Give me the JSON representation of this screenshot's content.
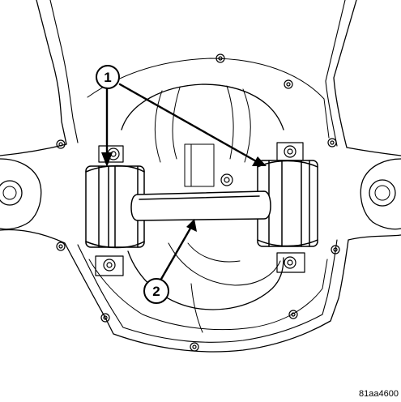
{
  "callouts": [
    {
      "label": "1"
    },
    {
      "label": "2"
    }
  ],
  "figure_id": "81aa4600",
  "colors": {
    "line": "#000000",
    "background": "#ffffff"
  }
}
